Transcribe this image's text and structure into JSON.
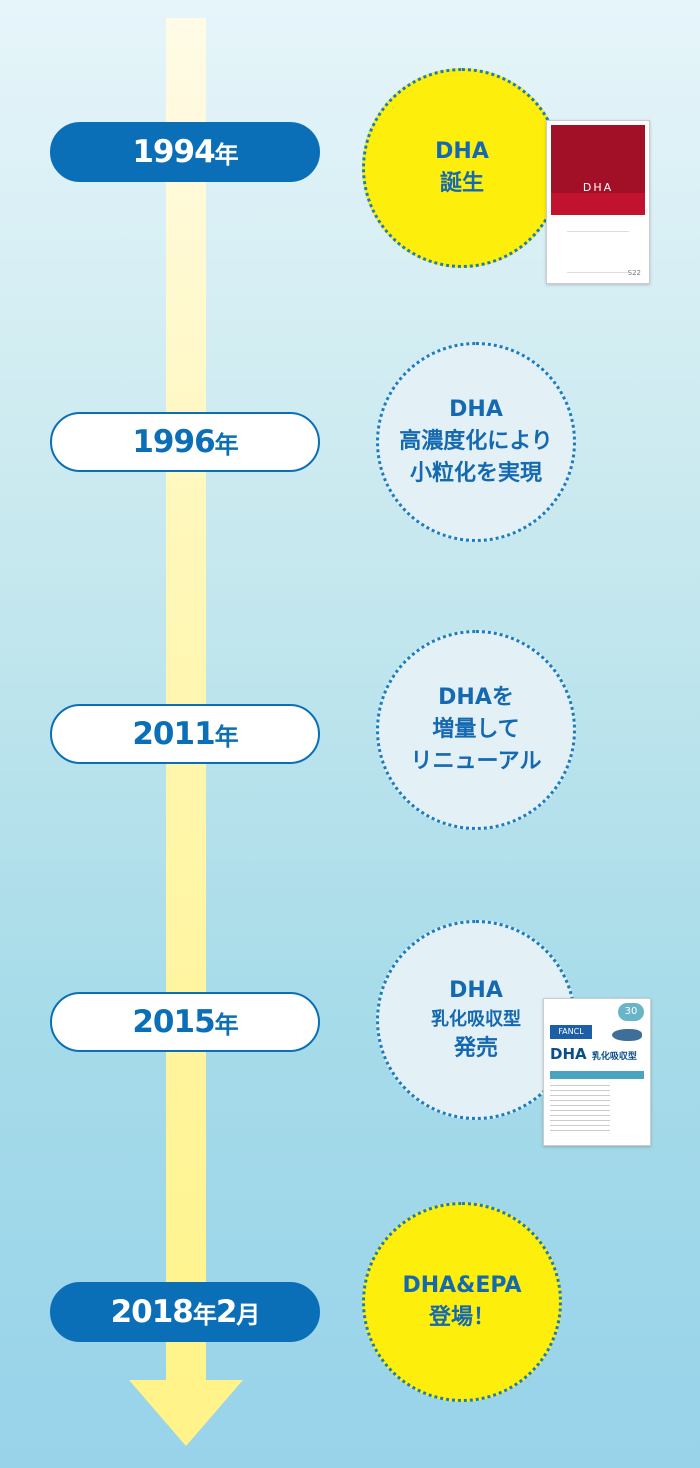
{
  "timeline": [
    {
      "year": "1994",
      "unit": "年",
      "event_lines": [
        "DHA",
        "誕生"
      ]
    },
    {
      "year": "1996",
      "unit": "年",
      "event_lines": [
        "DHA",
        "高濃度化により",
        "小粒化を実現"
      ]
    },
    {
      "year": "2011",
      "unit": "年",
      "event_lines": [
        "DHAを",
        "増量して",
        "リニューアル"
      ]
    },
    {
      "year": "2015",
      "unit": "年",
      "event_lines": [
        "DHA",
        "乳化吸収型",
        "発売"
      ]
    },
    {
      "year": "2018",
      "unit": "年",
      "year_suffix": "2",
      "unit2": "月",
      "event_lines": [
        "DHA&EPA",
        "登場！"
      ]
    }
  ],
  "products": {
    "red_package": {
      "name": "DHA",
      "code": "S22"
    },
    "blue_package": {
      "brand": "FANCL",
      "title": "DHA",
      "subtitle": "乳化吸収型",
      "count": "30"
    }
  },
  "colors": {
    "accent": "#0b6fb8",
    "yellow": "#fdef0b",
    "text_blue": "#1569b0"
  }
}
